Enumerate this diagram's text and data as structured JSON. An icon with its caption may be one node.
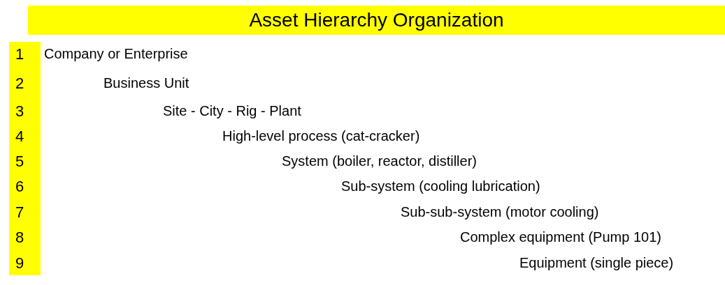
{
  "diagram": {
    "title": "Asset Hierarchy Organization",
    "labels": [
      "1",
      "Company or Enterprise",
      "2",
      "Business Unit",
      "3",
      "Site - City - Rig - Plant",
      "4",
      "High-level process (cat-cracker)",
      "5",
      "System (boiler, reactor, distiller)",
      "6",
      "Sub-system (cooling lubrication)",
      "7",
      "Sub-sub-system (motor cooling)",
      "8",
      "Complex equipment (Pump 101)",
      "9",
      "Equipment (single piece)"
    ]
  }
}
